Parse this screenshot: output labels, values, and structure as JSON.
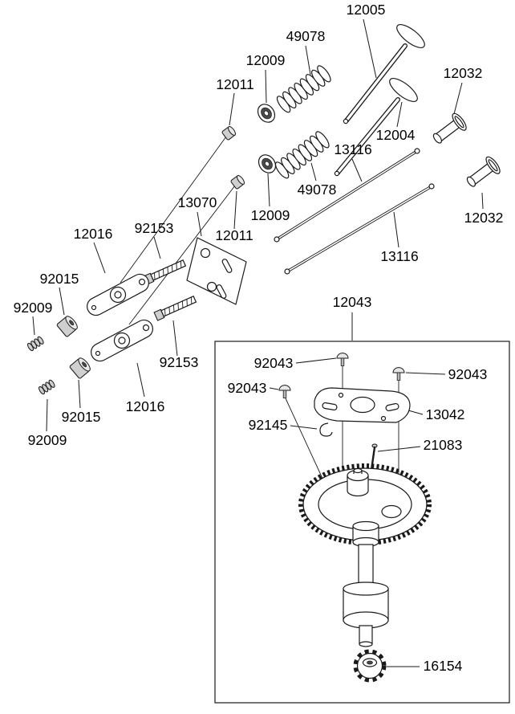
{
  "page": {
    "background": "#ffffff",
    "line_color": "#1a1a1a",
    "text_color": "#000000"
  },
  "diagram": {
    "kind": "exploded-parts-diagram",
    "labels": [
      {
        "name": "valve-a",
        "text": "12005"
      },
      {
        "name": "valve-spring-a",
        "text": "49078"
      },
      {
        "name": "spring-retainer-a",
        "text": "12009"
      },
      {
        "name": "valve-cap-a",
        "text": "12011"
      },
      {
        "name": "tappet-a",
        "text": "12032"
      },
      {
        "name": "valve-b",
        "text": "12004"
      },
      {
        "name": "push-rod-a",
        "text": "13116"
      },
      {
        "name": "valve-spring-b",
        "text": "49078"
      },
      {
        "name": "spring-retainer-b",
        "text": "12009"
      },
      {
        "name": "tappet-b",
        "text": "12032"
      },
      {
        "name": "bracket-plate",
        "text": "13070"
      },
      {
        "name": "valve-cap-b",
        "text": "12011"
      },
      {
        "name": "rocker-arm-a",
        "text": "12016"
      },
      {
        "name": "stud-a",
        "text": "92153"
      },
      {
        "name": "push-rod-b",
        "text": "13116"
      },
      {
        "name": "pivot-nut-a",
        "text": "92015"
      },
      {
        "name": "adjust-screw-a",
        "text": "92009"
      },
      {
        "name": "camshaft-assembly-box",
        "text": "12043"
      },
      {
        "name": "stud-b",
        "text": "92153"
      },
      {
        "name": "pin-a",
        "text": "92043"
      },
      {
        "name": "pin-b",
        "text": "92043"
      },
      {
        "name": "pin-c",
        "text": "92043"
      },
      {
        "name": "governor-plate",
        "text": "13042"
      },
      {
        "name": "clip",
        "text": "92145"
      },
      {
        "name": "needle-pin",
        "text": "21083"
      },
      {
        "name": "rocker-arm-b",
        "text": "12016"
      },
      {
        "name": "pivot-nut-b",
        "text": "92015"
      },
      {
        "name": "adjust-screw-b",
        "text": "92009"
      },
      {
        "name": "pump-gear",
        "text": "16154"
      }
    ]
  }
}
